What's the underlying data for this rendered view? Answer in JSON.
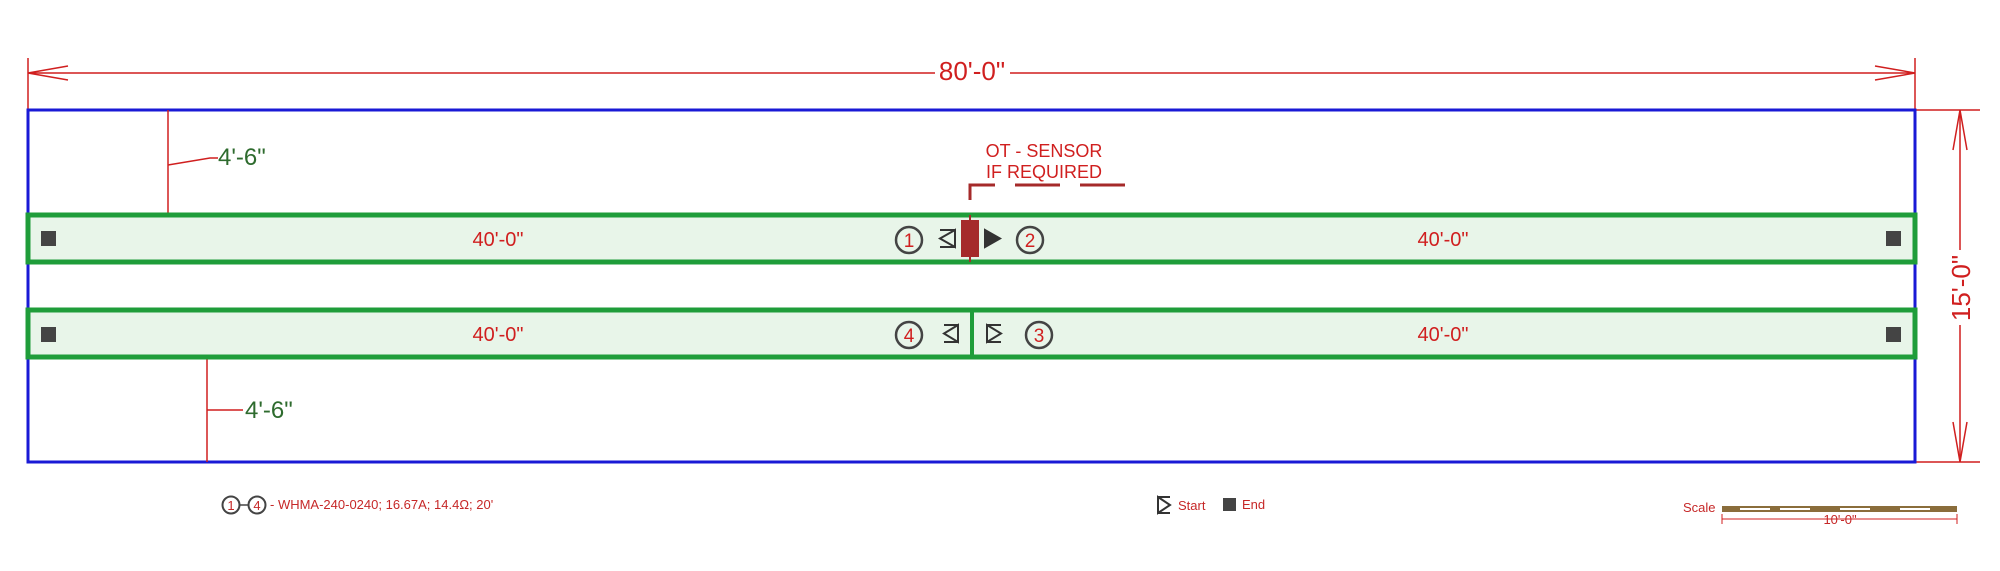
{
  "dimensions": {
    "overall_length": "80'-0\"",
    "overall_width": "15'-0\"",
    "top_offset": "4'-6\"",
    "bottom_offset": "4'-6\""
  },
  "sensor": {
    "line1": "OT - SENSOR",
    "line2": "IF REQUIRED"
  },
  "mats": [
    {
      "number": "1",
      "length": "40'-0\""
    },
    {
      "number": "2",
      "length": "40'-0\""
    },
    {
      "number": "3",
      "length": "40'-0\""
    },
    {
      "number": "4",
      "length": "40'-0\""
    }
  ],
  "legend": {
    "range_start": "1",
    "range_end": "4",
    "description": "- WHMA-240-0240; 16.67A; 14.4Ω; 20'",
    "start_label": "Start",
    "end_label": "End",
    "scale_label": "Scale",
    "scale_value": "10'-0\""
  },
  "colors": {
    "boundary": "#1a1ad6",
    "mat_outline": "#1f9d3a",
    "mat_fill": "#e8f5e9",
    "dimension": "#d01f1f",
    "offset_text": "#2e6b2e",
    "sensor": "#a52a2a",
    "marker": "#444444"
  }
}
